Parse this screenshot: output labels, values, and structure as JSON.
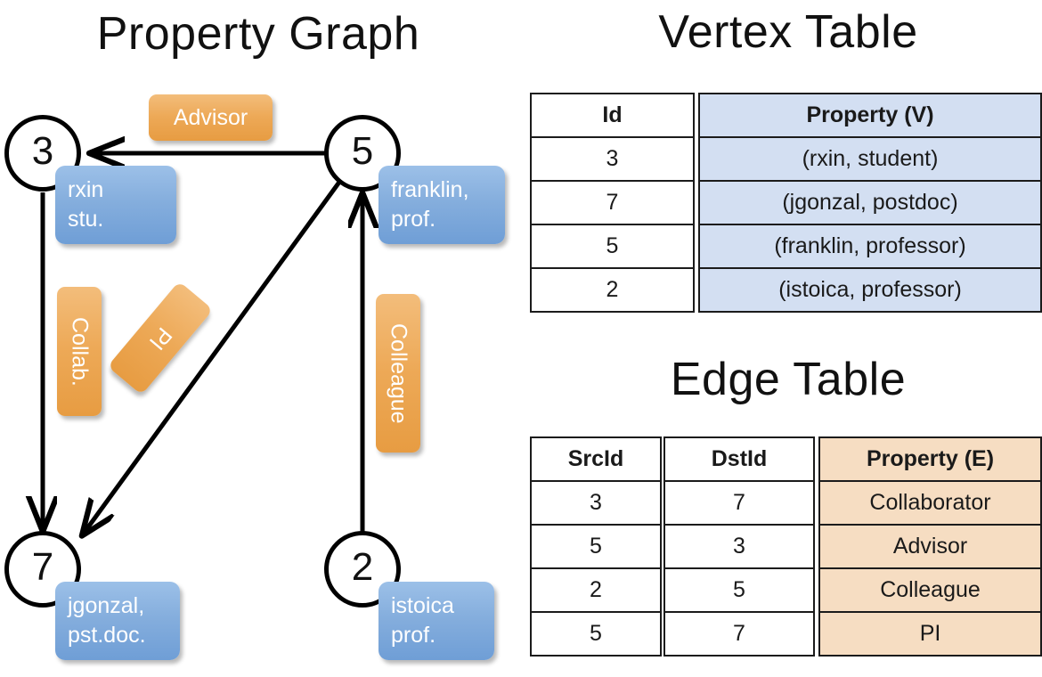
{
  "titles": {
    "property_graph": "Property Graph",
    "vertex_table": "Vertex Table",
    "edge_table": "Edge Table"
  },
  "colors": {
    "vertex_property_fill": "#d3dff2",
    "edge_property_fill": "#f6ddc2",
    "vertex_box_blue": "#85aedd",
    "edge_label_orange": "#eda957",
    "stroke": "#000000",
    "background": "#ffffff"
  },
  "graph": {
    "nodes": [
      {
        "id": "3",
        "label": "3",
        "property_line1": "rxin",
        "property_line2": "stu."
      },
      {
        "id": "5",
        "label": "5",
        "property_line1": "franklin,",
        "property_line2": "prof."
      },
      {
        "id": "7",
        "label": "7",
        "property_line1": "jgonzal,",
        "property_line2": "pst.doc."
      },
      {
        "id": "2",
        "label": "2",
        "property_line1": "istoica",
        "property_line2": "prof."
      }
    ],
    "edges": [
      {
        "src": "5",
        "dst": "3",
        "label": "Advisor",
        "orientation": "horizontal"
      },
      {
        "src": "3",
        "dst": "7",
        "label": "Collab.",
        "orientation": "vertical"
      },
      {
        "src": "5",
        "dst": "7",
        "label": "PI",
        "orientation": "tilted"
      },
      {
        "src": "2",
        "dst": "5",
        "label": "Colleague",
        "orientation": "vertical"
      }
    ]
  },
  "vertex_table": {
    "headers": {
      "id": "Id",
      "property": "Property (V)"
    },
    "rows": [
      {
        "id": "3",
        "property": "(rxin, student)"
      },
      {
        "id": "7",
        "property": "(jgonzal, postdoc)"
      },
      {
        "id": "5",
        "property": "(franklin, professor)"
      },
      {
        "id": "2",
        "property": "(istoica, professor)"
      }
    ]
  },
  "edge_table": {
    "headers": {
      "src": "SrcId",
      "dst": "DstId",
      "property": "Property (E)"
    },
    "rows": [
      {
        "src": "3",
        "dst": "7",
        "property": "Collaborator"
      },
      {
        "src": "5",
        "dst": "3",
        "property": "Advisor"
      },
      {
        "src": "2",
        "dst": "5",
        "property": "Colleague"
      },
      {
        "src": "5",
        "dst": "7",
        "property": "PI"
      }
    ]
  }
}
